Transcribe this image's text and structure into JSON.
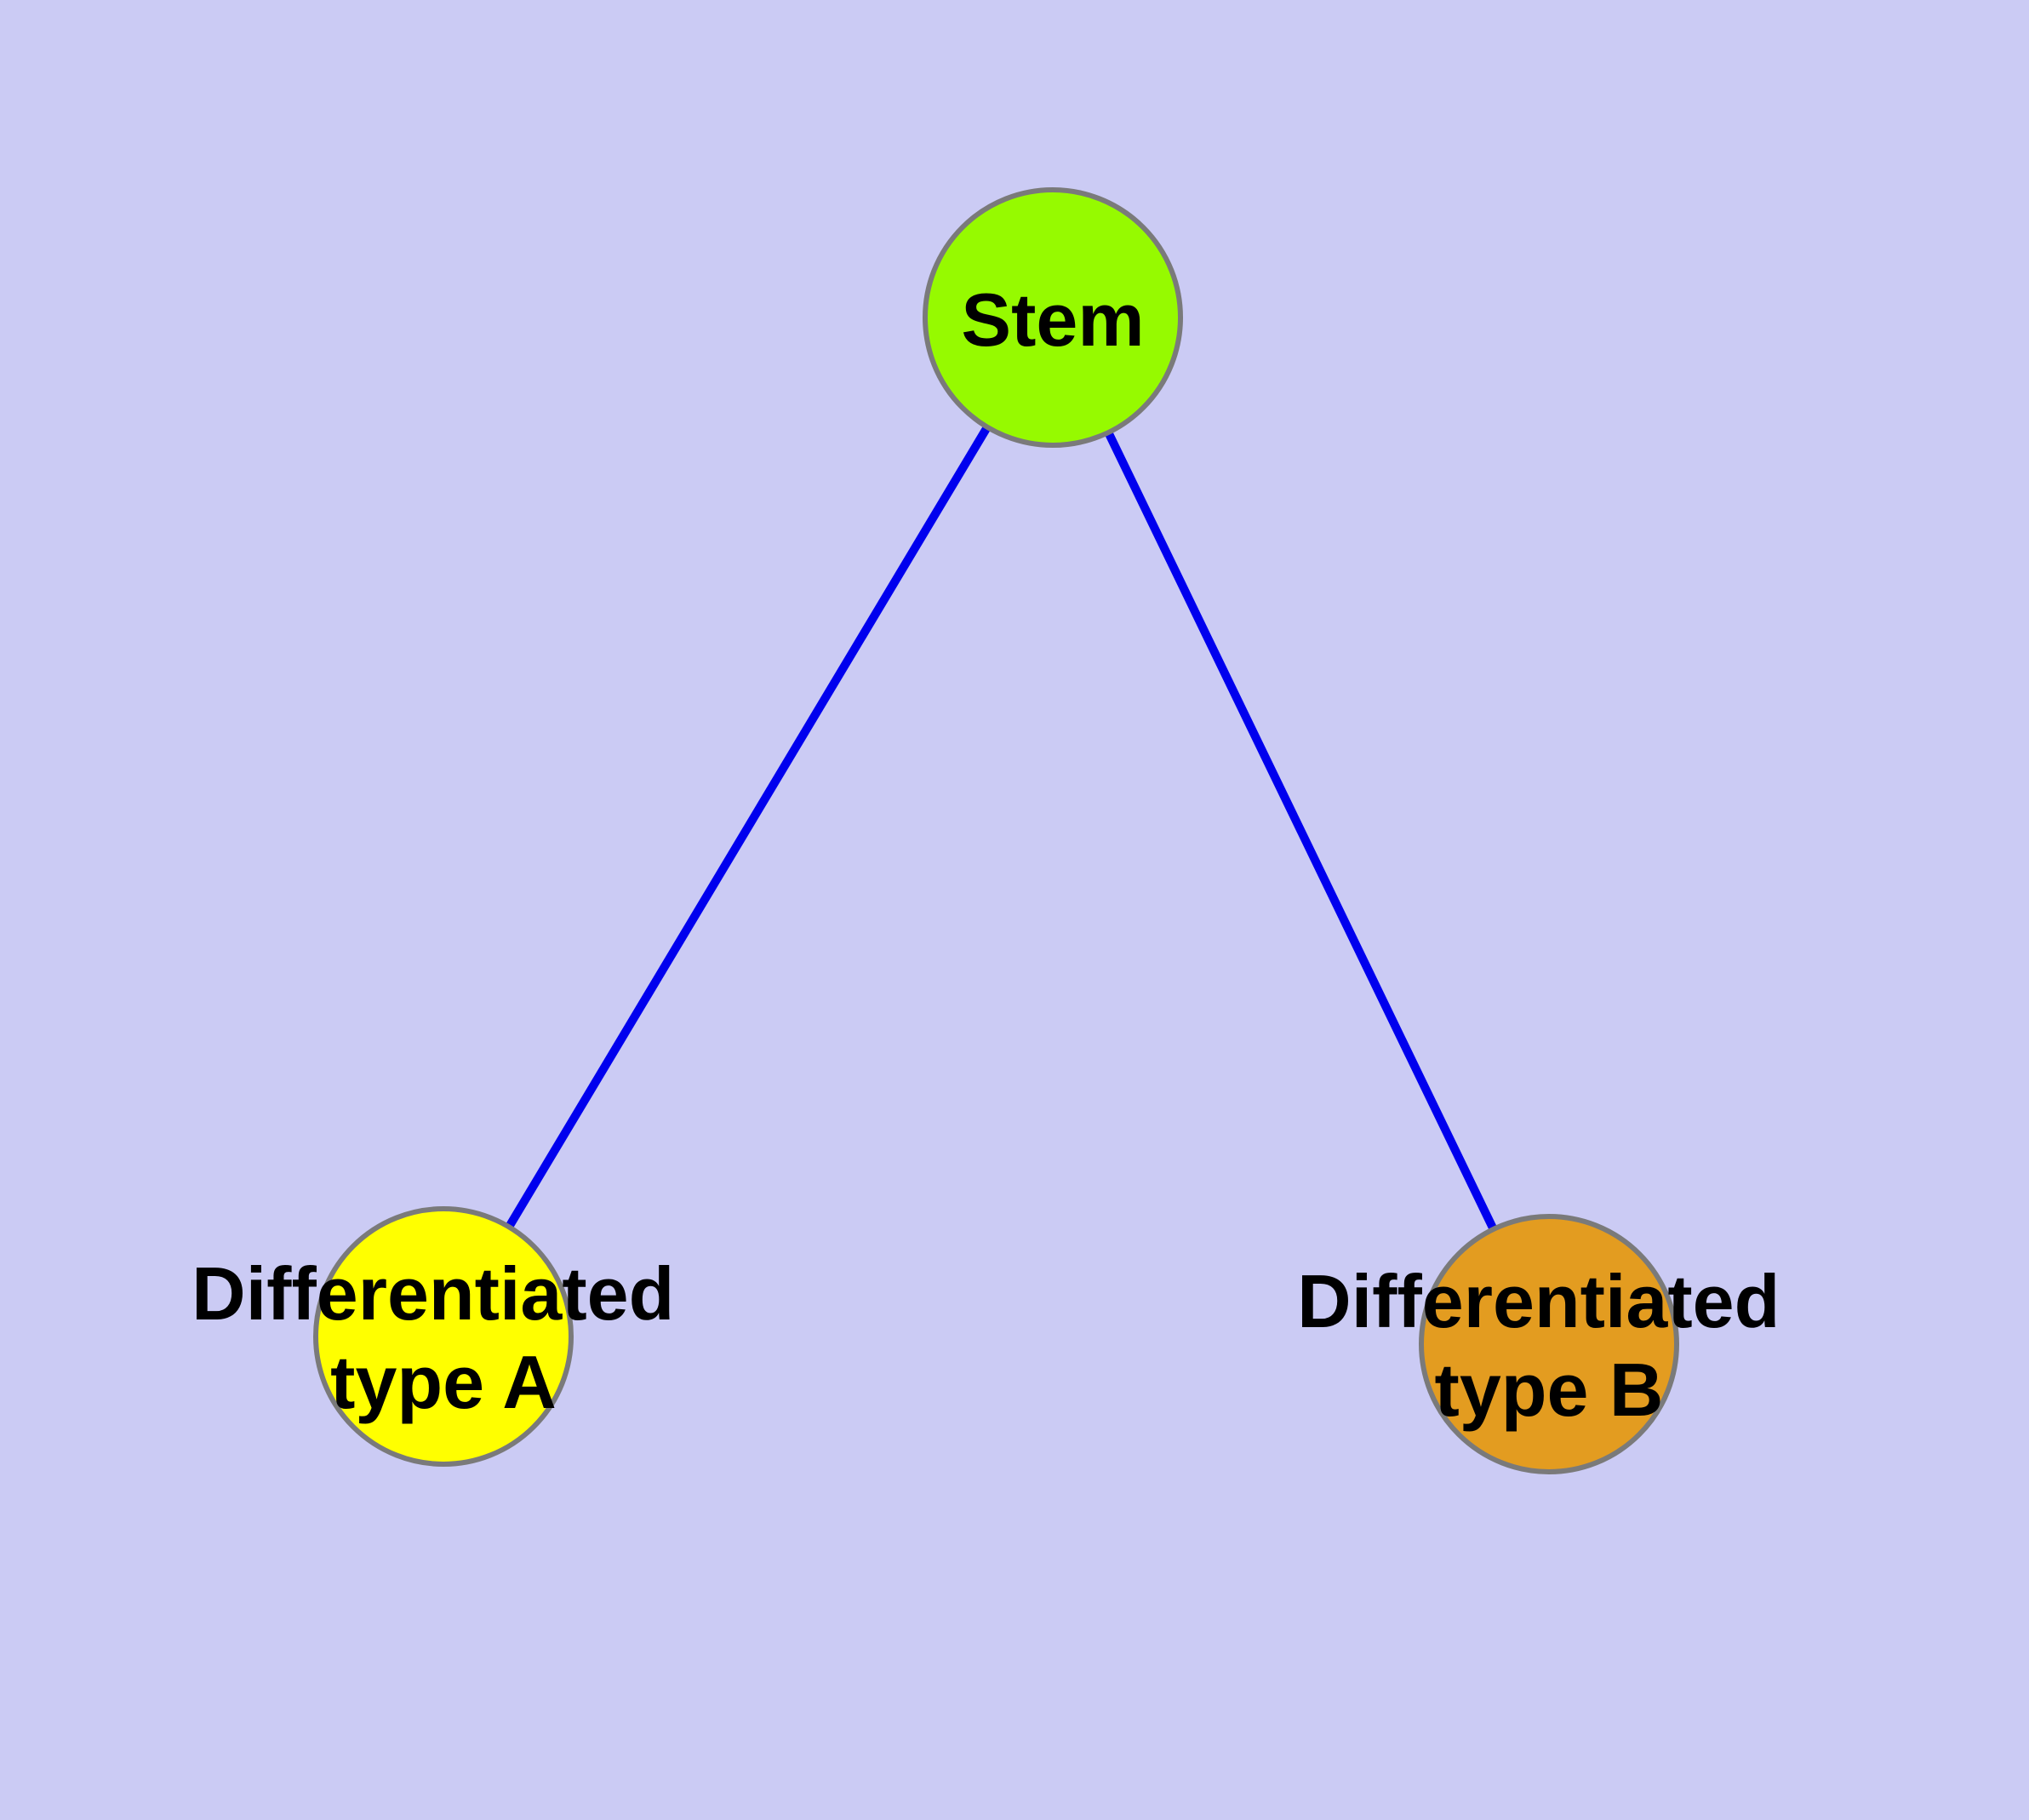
{
  "diagram": {
    "type": "node-link-graph",
    "nodes": [
      {
        "id": "stem",
        "label": "Stem",
        "fill": "#96FA00",
        "shape": "circle"
      },
      {
        "id": "typeA",
        "label": "Differentiated type A",
        "label_lines": [
          "Differentiated",
          "type A"
        ],
        "fill": "#FFFF00",
        "shape": "circle"
      },
      {
        "id": "typeB",
        "label": "Differentiated type B",
        "label_lines": [
          "Differentiated",
          "type B"
        ],
        "fill": "#E39C20",
        "shape": "circle"
      }
    ],
    "edges": [
      {
        "from": "Stem",
        "to": "Differentiated type A"
      },
      {
        "from": "Stem",
        "to": "Differentiated type B"
      }
    ],
    "colors": {
      "background": "#CBCBF4",
      "edge": "#0000EE",
      "node_border": "#7A7A7A",
      "label": "#000000"
    }
  }
}
